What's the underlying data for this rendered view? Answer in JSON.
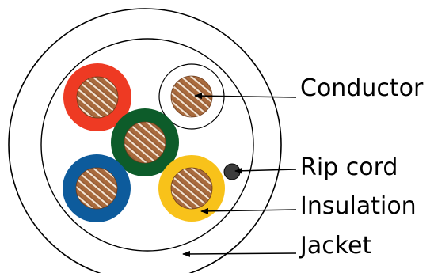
{
  "labels": {
    "conductor": "Conductor",
    "rip_cord": "Rip cord",
    "insulation": "Insulation",
    "jacket": "Jacket"
  },
  "colors": {
    "outline": "#000000",
    "background": "#ffffff",
    "copper_base": "#a86a3d",
    "copper_dark": "#7a4421",
    "copper_light": "#f4e6d6",
    "insulation_red": "#ee3a23",
    "insulation_white": "#ffffff",
    "insulation_green": "#0d5c2a",
    "insulation_blue": "#0d5b9c",
    "insulation_yellow": "#f8c21a",
    "rip_cord": "#3c3c3c"
  },
  "icons": {
    "arrow": "arrowhead"
  }
}
